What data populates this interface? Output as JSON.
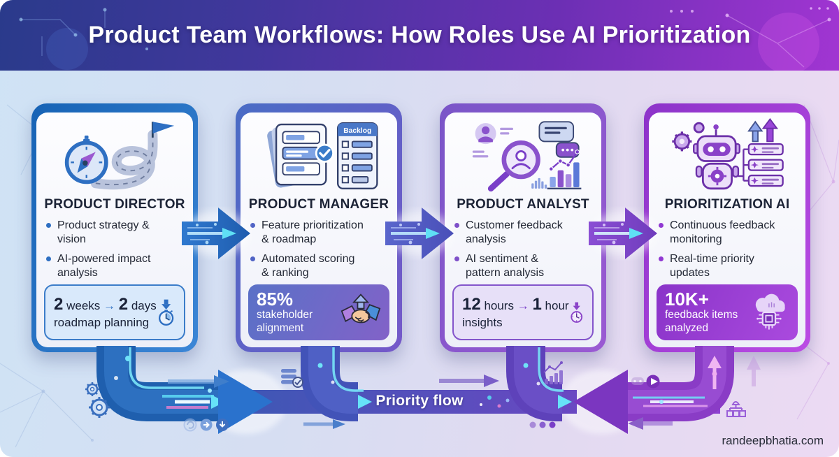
{
  "header": {
    "title": "Product Team Workflows: How Roles Use AI Prioritization"
  },
  "flow": {
    "label": "Priority flow"
  },
  "footer": {
    "watermark": "randeepbhatia.com"
  },
  "colors": {
    "header_gradient_start": "#2a3a8b",
    "header_gradient_end": "#a135d2",
    "accent_blue": "#2e6fc2",
    "accent_indigo": "#5063c5",
    "accent_purple": "#8a42c8",
    "flow_blue": "#2a72cd",
    "flow_purple": "#7b36c0",
    "cyan_glow": "#5fdcf5"
  },
  "cards": [
    {
      "id": "product-director",
      "icon": "compass-roadmap-icon",
      "title": "PRODUCT DIRECTOR",
      "bullets": [
        {
          "line1": "Product strategy &",
          "line2": "vision"
        },
        {
          "line1": "AI-powered impact",
          "line2": "analysis"
        }
      ],
      "stat": {
        "style": "outline-blue",
        "icon": "stopwatch-down-icon",
        "big1": "2",
        "small1": "weeks",
        "arrow": "→",
        "big2": "2",
        "small2": "days",
        "line2": "roadmap planning"
      }
    },
    {
      "id": "product-manager",
      "icon": "documents-backlog-icon",
      "icon_label": "Backlog",
      "title": "PRODUCT MANAGER",
      "bullets": [
        {
          "line1": "Feature prioritization",
          "line2": "& roadmap"
        },
        {
          "line1": "Automated scoring",
          "line2": "& ranking"
        }
      ],
      "stat": {
        "style": "gradient-blue",
        "icon": "handshake-up-icon",
        "big": "85%",
        "line2": "stakeholder",
        "line3": "alignment"
      }
    },
    {
      "id": "product-analyst",
      "icon": "magnifier-feedback-icon",
      "title": "PRODUCT ANALYST",
      "bullets": [
        {
          "line1": "Customer feedback",
          "line2": "analysis"
        },
        {
          "line1": "AI sentiment &",
          "line2": "pattern analysis"
        }
      ],
      "stat": {
        "style": "outline-purple",
        "icon": "clock-down-icon",
        "big1": "12",
        "small1": "hours",
        "arrow": "→",
        "big2": "1",
        "small2": "hour",
        "line2": "insights"
      }
    },
    {
      "id": "prioritization-ai",
      "icon": "robot-ai-icon",
      "title": "PRIORITIZATION AI",
      "bullets": [
        {
          "line1": "Continuous feedback",
          "line2": "monitoring"
        },
        {
          "line1": "Real-time priority",
          "line2": "updates"
        }
      ],
      "stat": {
        "style": "gradient-purple",
        "icon": "cloud-chip-icon",
        "big": "10K+",
        "line2": "feedback items",
        "line3": "analyzed"
      }
    }
  ],
  "flow_icons": [
    "gear-icon",
    "gear-icon",
    "data-stack-icon",
    "bar-chart-icon",
    "gamepad-icon",
    "play-button-icon",
    "org-chart-icon",
    "circle-refresh-icon",
    "circle-right-arrow-icon",
    "circle-down-arrow-icon"
  ]
}
